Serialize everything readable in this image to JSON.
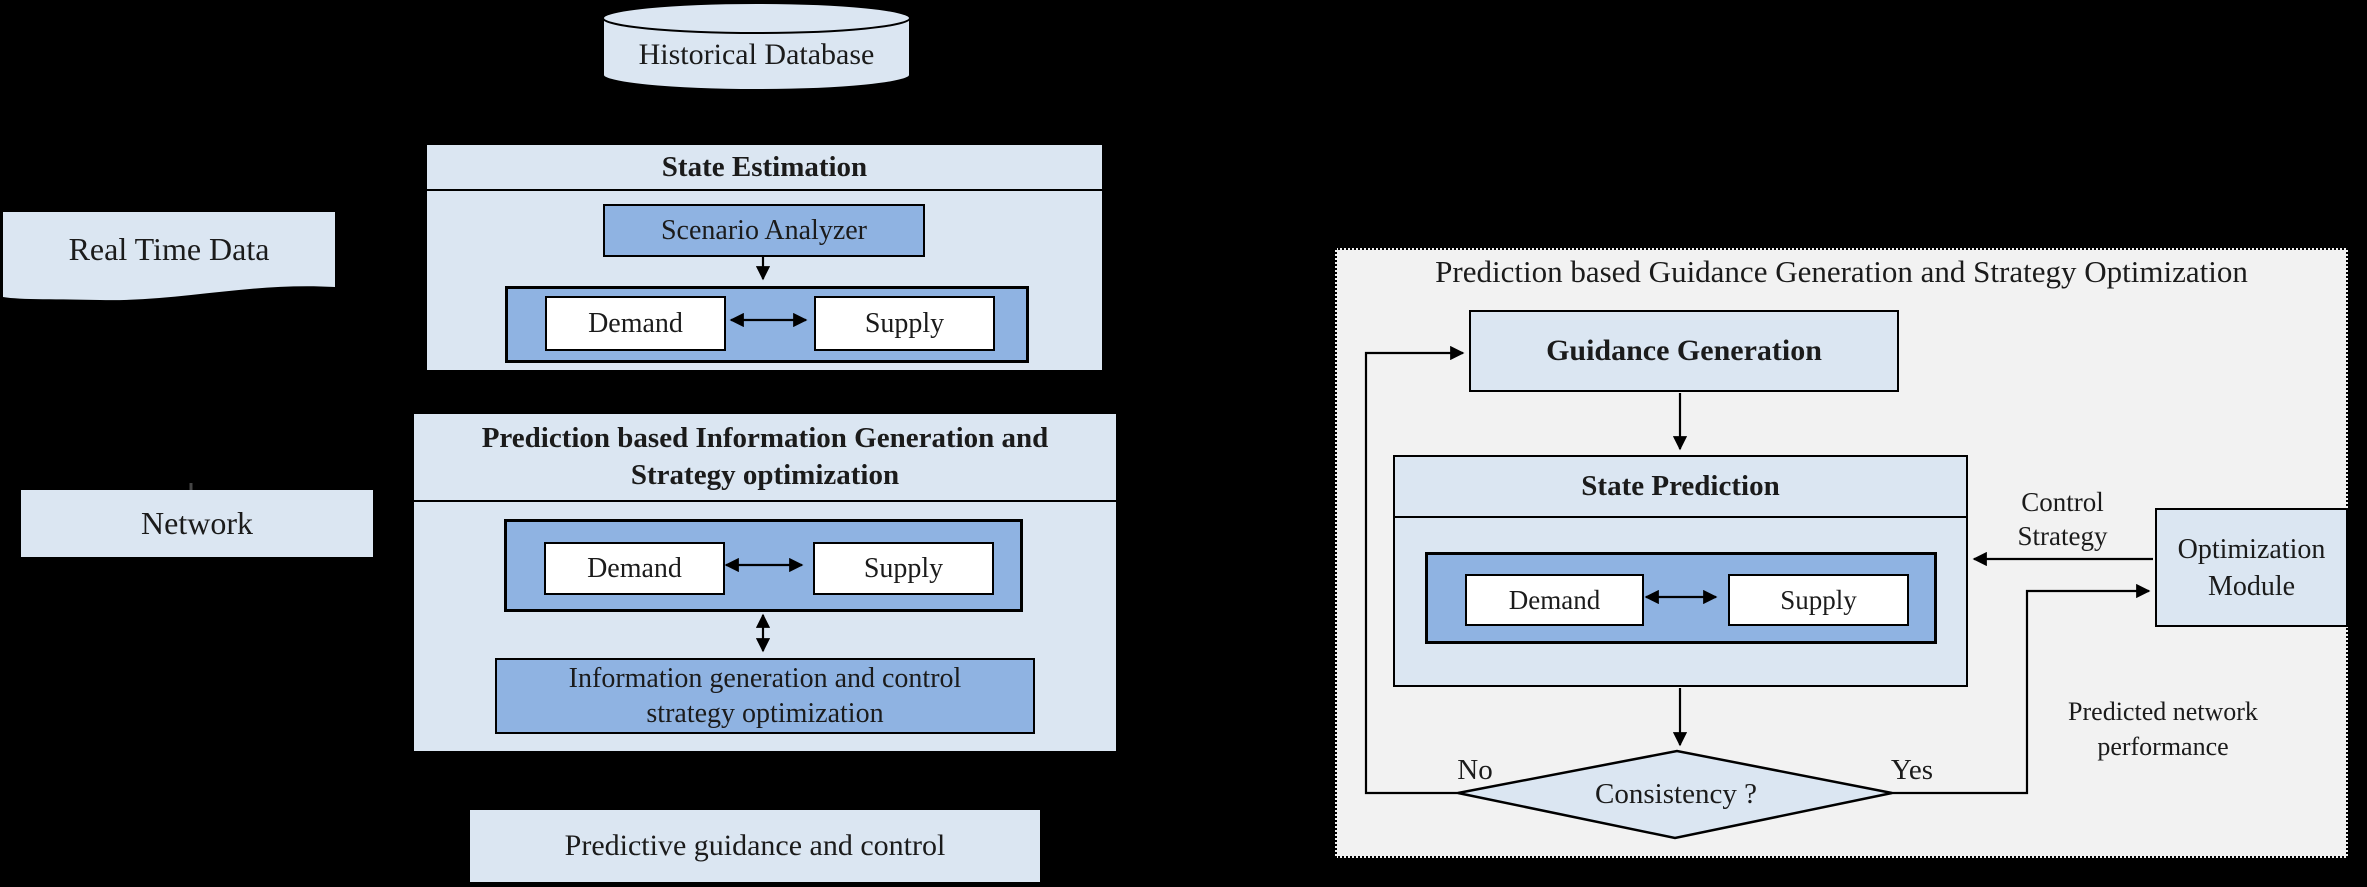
{
  "palette": {
    "background": "#000000",
    "light_blue": "#dbe6f2",
    "medium_blue": "#8fb3e2",
    "panel_gray": "#f2f2f2",
    "stroke": "#000000",
    "box_white": "#ffffff"
  },
  "left_flow": {
    "historical_database": {
      "label": "Historical Database"
    },
    "real_time_data": {
      "label": "Real Time Data"
    },
    "network": {
      "label": "Network"
    },
    "state_estimation": {
      "title": "State Estimation",
      "scenario_analyzer": "Scenario Analyzer",
      "demand": "Demand",
      "supply": "Supply"
    },
    "prediction_information": {
      "title_line1": "Prediction based Information Generation and",
      "title_line2": "Strategy optimization",
      "demand": "Demand",
      "supply": "Supply",
      "information_line1": "Information generation and control",
      "information_line2": "strategy optimization"
    },
    "predictive_guidance": {
      "label": "Predictive guidance and control"
    }
  },
  "right_panel": {
    "title": "Prediction based Guidance Generation and Strategy Optimization",
    "guidance_generation": {
      "label": "Guidance Generation"
    },
    "state_prediction": {
      "title": "State Prediction",
      "demand": "Demand",
      "supply": "Supply"
    },
    "control_strategy": {
      "line1": "Control",
      "line2": "Strategy"
    },
    "optimization_module": {
      "line1": "Optimization",
      "line2": "Module"
    },
    "consistency": {
      "label": "Consistency ?",
      "no": "No",
      "yes": "Yes"
    },
    "predicted_performance": {
      "line1": "Predicted network",
      "line2": "performance"
    }
  }
}
